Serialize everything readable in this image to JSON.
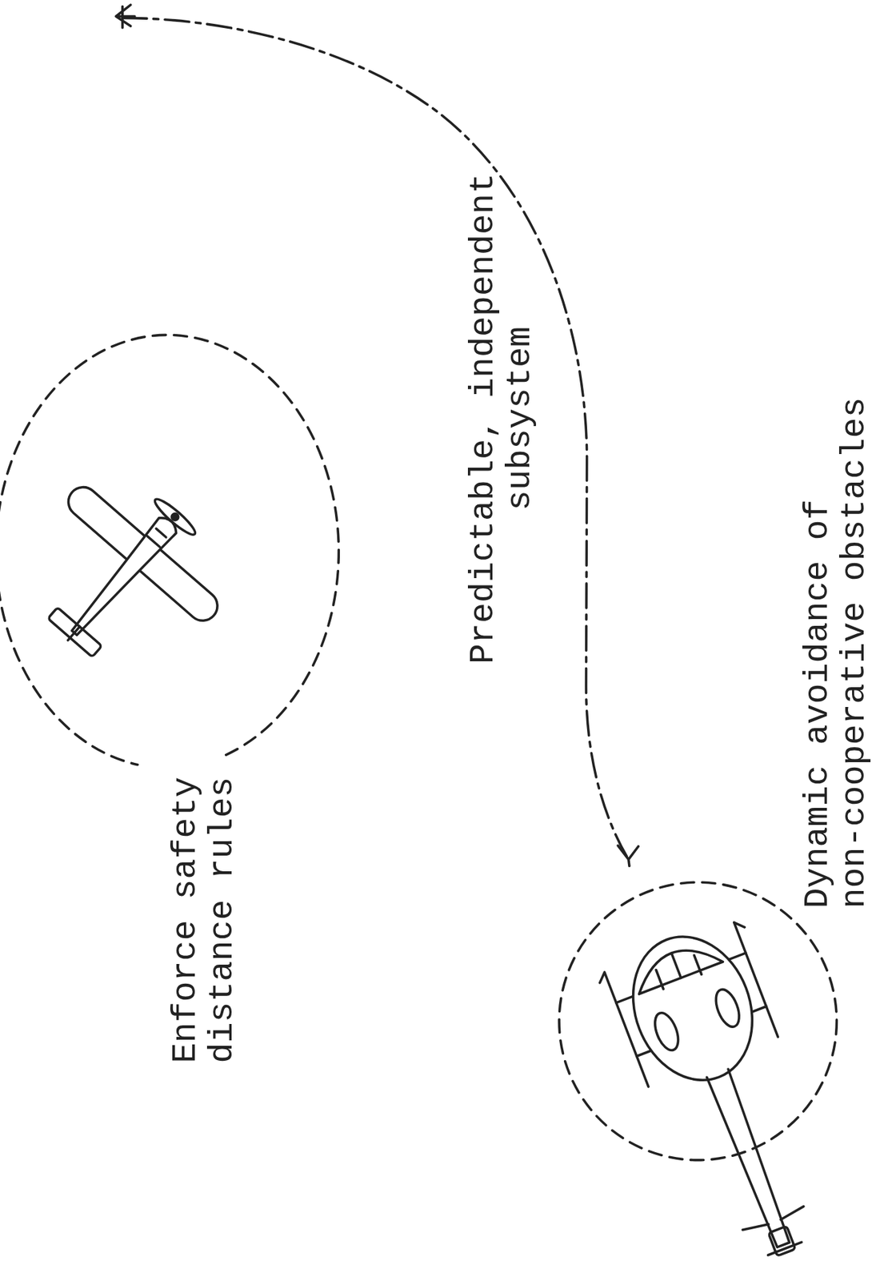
{
  "diagram": {
    "labels": [
      "Enforce safety distance rules",
      "Predictable, independent subsystem",
      "Dynamic avoidance of non-cooperative obstacles"
    ]
  }
}
